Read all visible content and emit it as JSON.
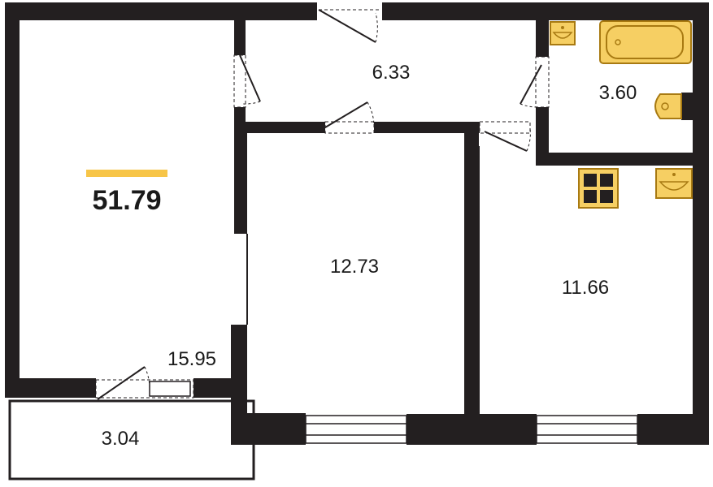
{
  "plan": {
    "total_area": "51.79",
    "rooms": {
      "living": "15.95",
      "hall": "6.33",
      "bathroom": "3.60",
      "bedroom": "12.73",
      "kitchen": "11.66",
      "balcony": "3.04"
    }
  },
  "colors": {
    "wall": "#231f20",
    "accent": "#f7c548",
    "fixture_fill": "#f6cf63",
    "fixture_stroke": "#a87a12",
    "text": "#1a1a1a"
  },
  "icons": [
    "bathtub-icon",
    "sink-icon",
    "toilet-icon",
    "stove-icon",
    "door-icon",
    "window-icon"
  ]
}
